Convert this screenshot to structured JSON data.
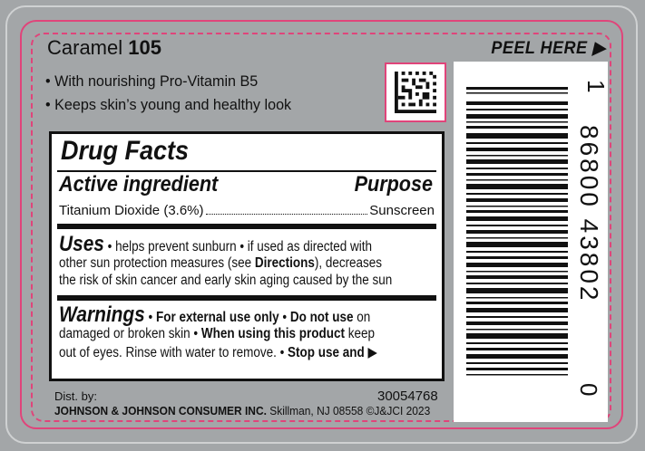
{
  "product": {
    "shade_name": "Caramel",
    "shade_number": "105",
    "peel_label": "PEEL HERE",
    "bullets": [
      "With nourishing Pro-Vitamin B5",
      "Keeps skin’s young and healthy look"
    ]
  },
  "drug_facts": {
    "title": "Drug Facts",
    "active_heading": "Active ingredient",
    "purpose_heading": "Purpose",
    "ingredient": "Titanium Dioxide (3.6%)",
    "purpose": "Sunscreen",
    "uses_heading": "Uses",
    "uses_line1": "helps prevent sunburn • if used as directed with",
    "uses_line2_a": "other sun protection measures (see ",
    "uses_line2_bold": "Directions",
    "uses_line2_b": "), decreases",
    "uses_line3": "the risk of skin cancer and early skin aging caused by the sun",
    "warnings_heading": "Warnings",
    "warn_line1_bold1": "For external use only",
    "warn_line1_bold2": "Do not use",
    "warn_line1_tail": "on",
    "warn_line2_a": "damaged or broken skin • ",
    "warn_line2_bold": "When using this product",
    "warn_line2_b": " keep",
    "warn_line3_a": "out of eyes. Rinse with water to remove. • ",
    "warn_line3_bold": "Stop use and"
  },
  "footer": {
    "dist_by": "Dist. by:",
    "company": "JOHNSON & JOHNSON CONSUMER INC.",
    "address": " Skillman, NJ 08558  ©J&JCI 2023",
    "code": "30054768"
  },
  "barcode": {
    "digits_main": "86800 43802",
    "digit_top": "1",
    "digit_bottom": "0"
  },
  "colors": {
    "magenta": "#e0447a",
    "background": "#a3a6a8"
  }
}
